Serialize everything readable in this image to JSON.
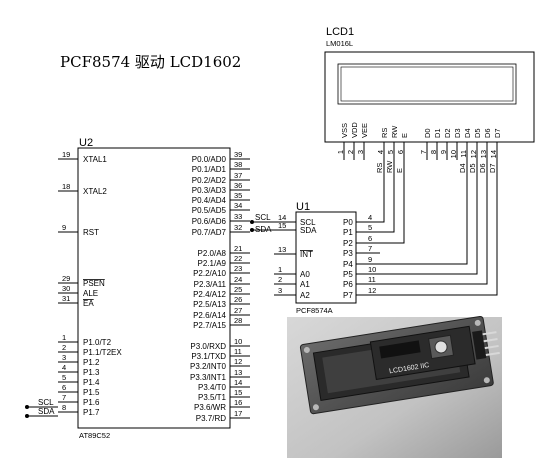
{
  "title": "PCF8574 驱动 LCD1602",
  "lcd": {
    "ref": "LCD1",
    "model": "LM016L",
    "pins": [
      {
        "label": "VSS",
        "num": "1"
      },
      {
        "label": "VDD",
        "num": "2"
      },
      {
        "label": "VEE",
        "num": "3"
      },
      {
        "label": "RS",
        "num": "4"
      },
      {
        "label": "RW",
        "num": "5"
      },
      {
        "label": "E",
        "num": "6"
      },
      {
        "label": "D0",
        "num": "7"
      },
      {
        "label": "D1",
        "num": "8"
      },
      {
        "label": "D2",
        "num": "9"
      },
      {
        "label": "D3",
        "num": "10"
      },
      {
        "label": "D4",
        "num": "11"
      },
      {
        "label": "D5",
        "num": "12"
      },
      {
        "label": "D6",
        "num": "13"
      },
      {
        "label": "D7",
        "num": "14"
      }
    ]
  },
  "mcu": {
    "ref": "U2",
    "model": "AT89C52",
    "left_pins": [
      {
        "label": "XTAL1",
        "num": "19"
      },
      {
        "label": "XTAL2",
        "num": "18"
      },
      {
        "label": "RST",
        "num": "9"
      },
      {
        "label": "PSEN",
        "num": "29"
      },
      {
        "label": "ALE",
        "num": "30"
      },
      {
        "label": "EA",
        "num": "31"
      },
      {
        "label": "P1.0/T2",
        "num": "1"
      },
      {
        "label": "P1.1/T2EX",
        "num": "2"
      },
      {
        "label": "P1.2",
        "num": "3"
      },
      {
        "label": "P1.3",
        "num": "4"
      },
      {
        "label": "P1.4",
        "num": "5"
      },
      {
        "label": "P1.5",
        "num": "6"
      },
      {
        "label": "P1.6",
        "num": "7"
      },
      {
        "label": "P1.7",
        "num": "8"
      }
    ],
    "right_pins": [
      {
        "label": "P0.0/AD0",
        "num": "39"
      },
      {
        "label": "P0.1/AD1",
        "num": "38"
      },
      {
        "label": "P0.2/AD2",
        "num": "37"
      },
      {
        "label": "P0.3/AD3",
        "num": "36"
      },
      {
        "label": "P0.4/AD4",
        "num": "35"
      },
      {
        "label": "P0.5/AD5",
        "num": "34"
      },
      {
        "label": "P0.6/AD6",
        "num": "33"
      },
      {
        "label": "P0.7/AD7",
        "num": "32"
      },
      {
        "label": "P2.0/A8",
        "num": "21"
      },
      {
        "label": "P2.1/A9",
        "num": "22"
      },
      {
        "label": "P2.2/A10",
        "num": "23"
      },
      {
        "label": "P2.3/A11",
        "num": "24"
      },
      {
        "label": "P2.4/A12",
        "num": "25"
      },
      {
        "label": "P2.5/A13",
        "num": "26"
      },
      {
        "label": "P2.6/A14",
        "num": "27"
      },
      {
        "label": "P2.7/A15",
        "num": "28"
      },
      {
        "label": "P3.0/RXD",
        "num": "10"
      },
      {
        "label": "P3.1/TXD",
        "num": "11"
      },
      {
        "label": "P3.2/INT0",
        "num": "12"
      },
      {
        "label": "P3.3/INT1",
        "num": "13"
      },
      {
        "label": "P3.4/T0",
        "num": "14"
      },
      {
        "label": "P3.5/T1",
        "num": "15"
      },
      {
        "label": "P3.6/WR",
        "num": "16"
      },
      {
        "label": "P3.7/RD",
        "num": "17"
      }
    ]
  },
  "pcf": {
    "ref": "U1",
    "model": "PCF8574A",
    "left_pins": [
      {
        "label": "SCL",
        "num": "14"
      },
      {
        "label": "SDA",
        "num": "15"
      },
      {
        "label": "INT",
        "num": "13"
      },
      {
        "label": "A0",
        "num": "1"
      },
      {
        "label": "A1",
        "num": "2"
      },
      {
        "label": "A2",
        "num": "3"
      }
    ],
    "right_pins": [
      {
        "label": "P0",
        "num": "4"
      },
      {
        "label": "P1",
        "num": "5"
      },
      {
        "label": "P2",
        "num": "6"
      },
      {
        "label": "P3",
        "num": "7"
      },
      {
        "label": "P4",
        "num": "9"
      },
      {
        "label": "P5",
        "num": "10"
      },
      {
        "label": "P6",
        "num": "11"
      },
      {
        "label": "P7",
        "num": "12"
      }
    ]
  },
  "nets": {
    "scl": "SCL",
    "sda": "SDA",
    "rs": "RS",
    "rw": "RW",
    "e": "E",
    "d4": "D4",
    "d5": "D5",
    "d6": "D6",
    "d7": "D7"
  },
  "photo": {
    "board_label": "LCD1602 IIC"
  }
}
